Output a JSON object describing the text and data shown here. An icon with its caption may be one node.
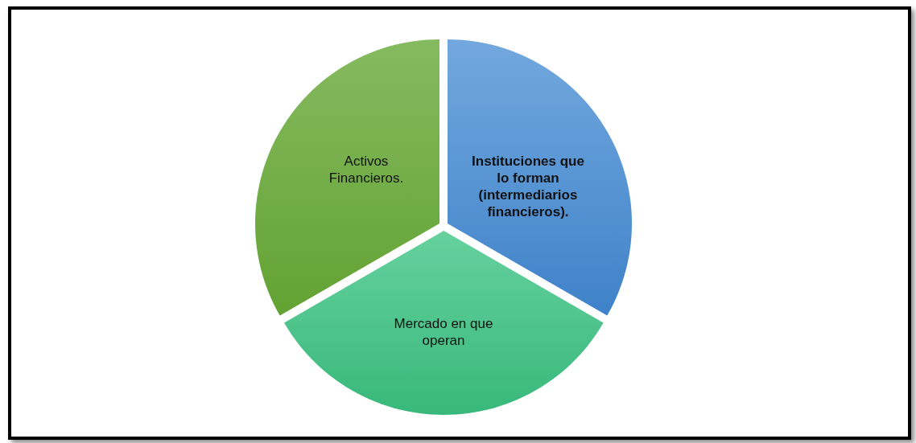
{
  "diagram": {
    "nodes": [
      {
        "text": [
          "Activos Financieros."
        ]
      },
      {
        "text": [
          "Instituciones que lo forman (intermediarios financieros)."
        ]
      },
      {
        "text": [
          "Mercado en que operan"
        ]
      }
    ]
  }
}
